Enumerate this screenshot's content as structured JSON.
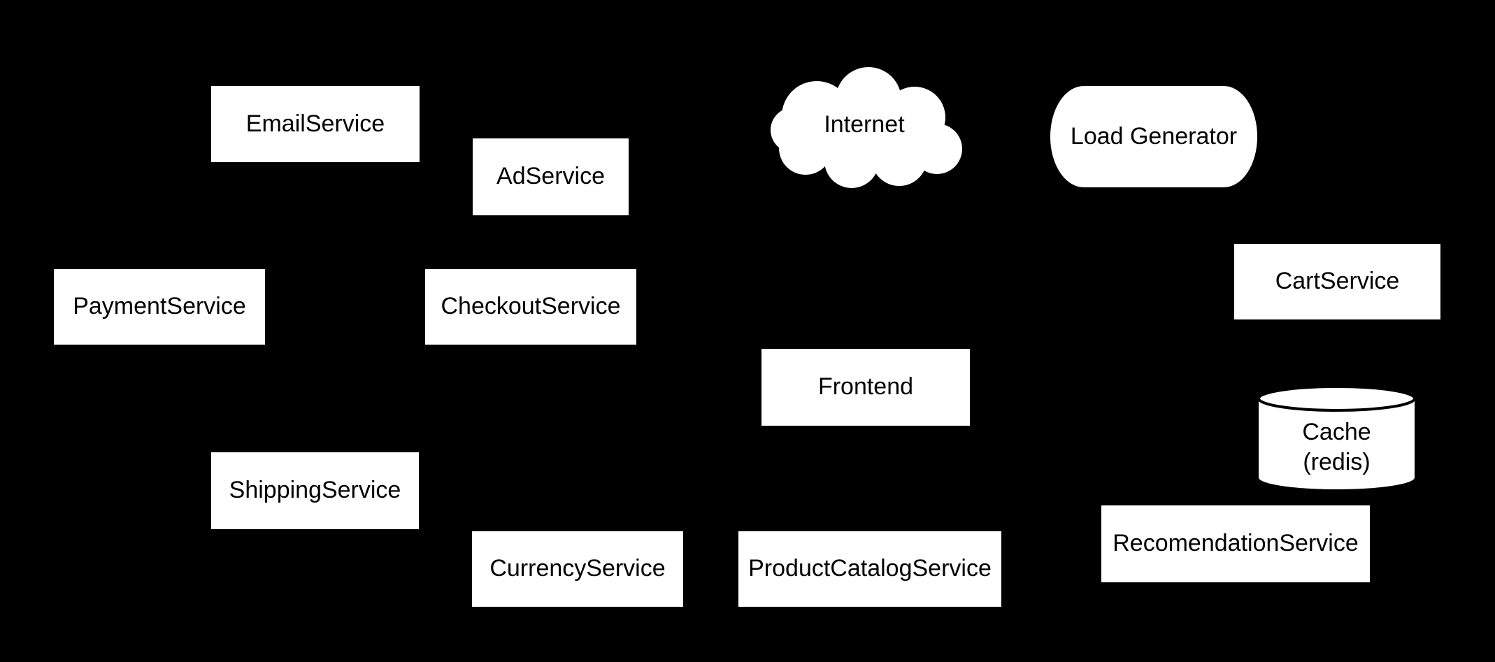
{
  "diagram": {
    "title": "Microservices architecture diagram",
    "background_color": "#000000",
    "node_fill_color": "#ffffff",
    "node_text_color": "#000000",
    "nodes": {
      "email_service": {
        "label": "EmailService",
        "shape": "rectangle"
      },
      "ad_service": {
        "label": "AdService",
        "shape": "rectangle"
      },
      "internet": {
        "label": "Internet",
        "shape": "cloud"
      },
      "load_generator": {
        "label": "Load Generator",
        "shape": "rounded-rectangle"
      },
      "payment_service": {
        "label": "PaymentService",
        "shape": "rectangle"
      },
      "checkout_service": {
        "label": "CheckoutService",
        "shape": "rectangle"
      },
      "cart_service": {
        "label": "CartService",
        "shape": "rectangle"
      },
      "frontend": {
        "label": "Frontend",
        "shape": "rectangle"
      },
      "cache": {
        "label_lines": [
          "Cache",
          "(redis)"
        ],
        "shape": "cylinder"
      },
      "shipping_service": {
        "label": "ShippingService",
        "shape": "rectangle"
      },
      "currency_service": {
        "label": "CurrencyService",
        "shape": "rectangle"
      },
      "product_catalog_service": {
        "label": "ProductCatalogService",
        "shape": "rectangle"
      },
      "recomendation_service": {
        "label": "RecomendationService",
        "shape": "rectangle"
      }
    }
  }
}
